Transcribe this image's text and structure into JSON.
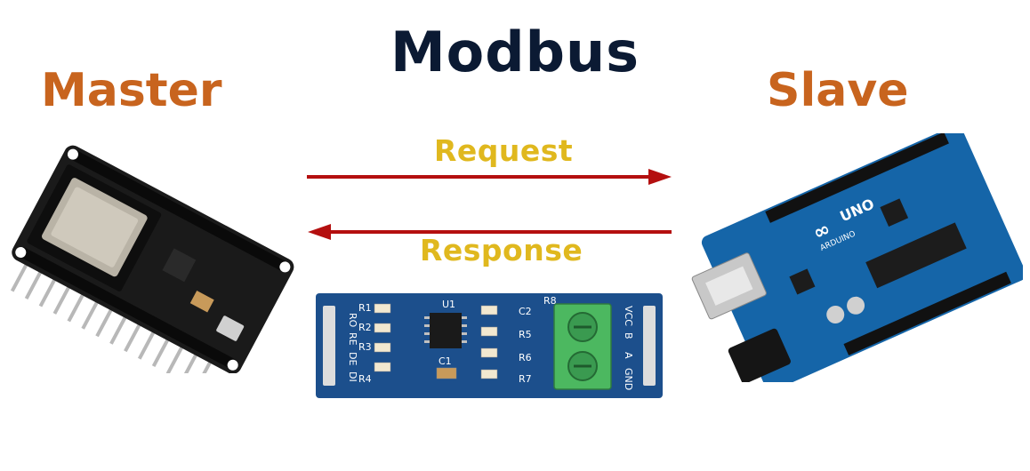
{
  "title": "Modbus",
  "master": {
    "label": "Master"
  },
  "slave": {
    "label": "Slave"
  },
  "request": {
    "label": "Request"
  },
  "response": {
    "label": "Response"
  },
  "rs485_module": {
    "chip_label": "U1",
    "left_pins": [
      "RO",
      "RE",
      "DE",
      "DI"
    ],
    "right_pins": [
      "VCC",
      "B",
      "A",
      "GND"
    ],
    "component_labels": [
      "R1",
      "R2",
      "R3",
      "R4",
      "C1",
      "C2",
      "R5",
      "R6",
      "R7",
      "R8"
    ]
  },
  "slave_board": {
    "logo_text": "UNO",
    "brand_text": "ARDUINO"
  },
  "colors": {
    "title": "#0b1a33",
    "role_label": "#c8641e",
    "flow_label": "#e0b81e",
    "arrow": "#b40f0f",
    "esp32_pcb": "#1a1a1a",
    "rs485_pcb": "#1c4f8c",
    "arduino_pcb": "#1565a8"
  },
  "icons": [
    "esp32-board-icon",
    "rs485-module-icon",
    "arduino-uno-icon"
  ]
}
